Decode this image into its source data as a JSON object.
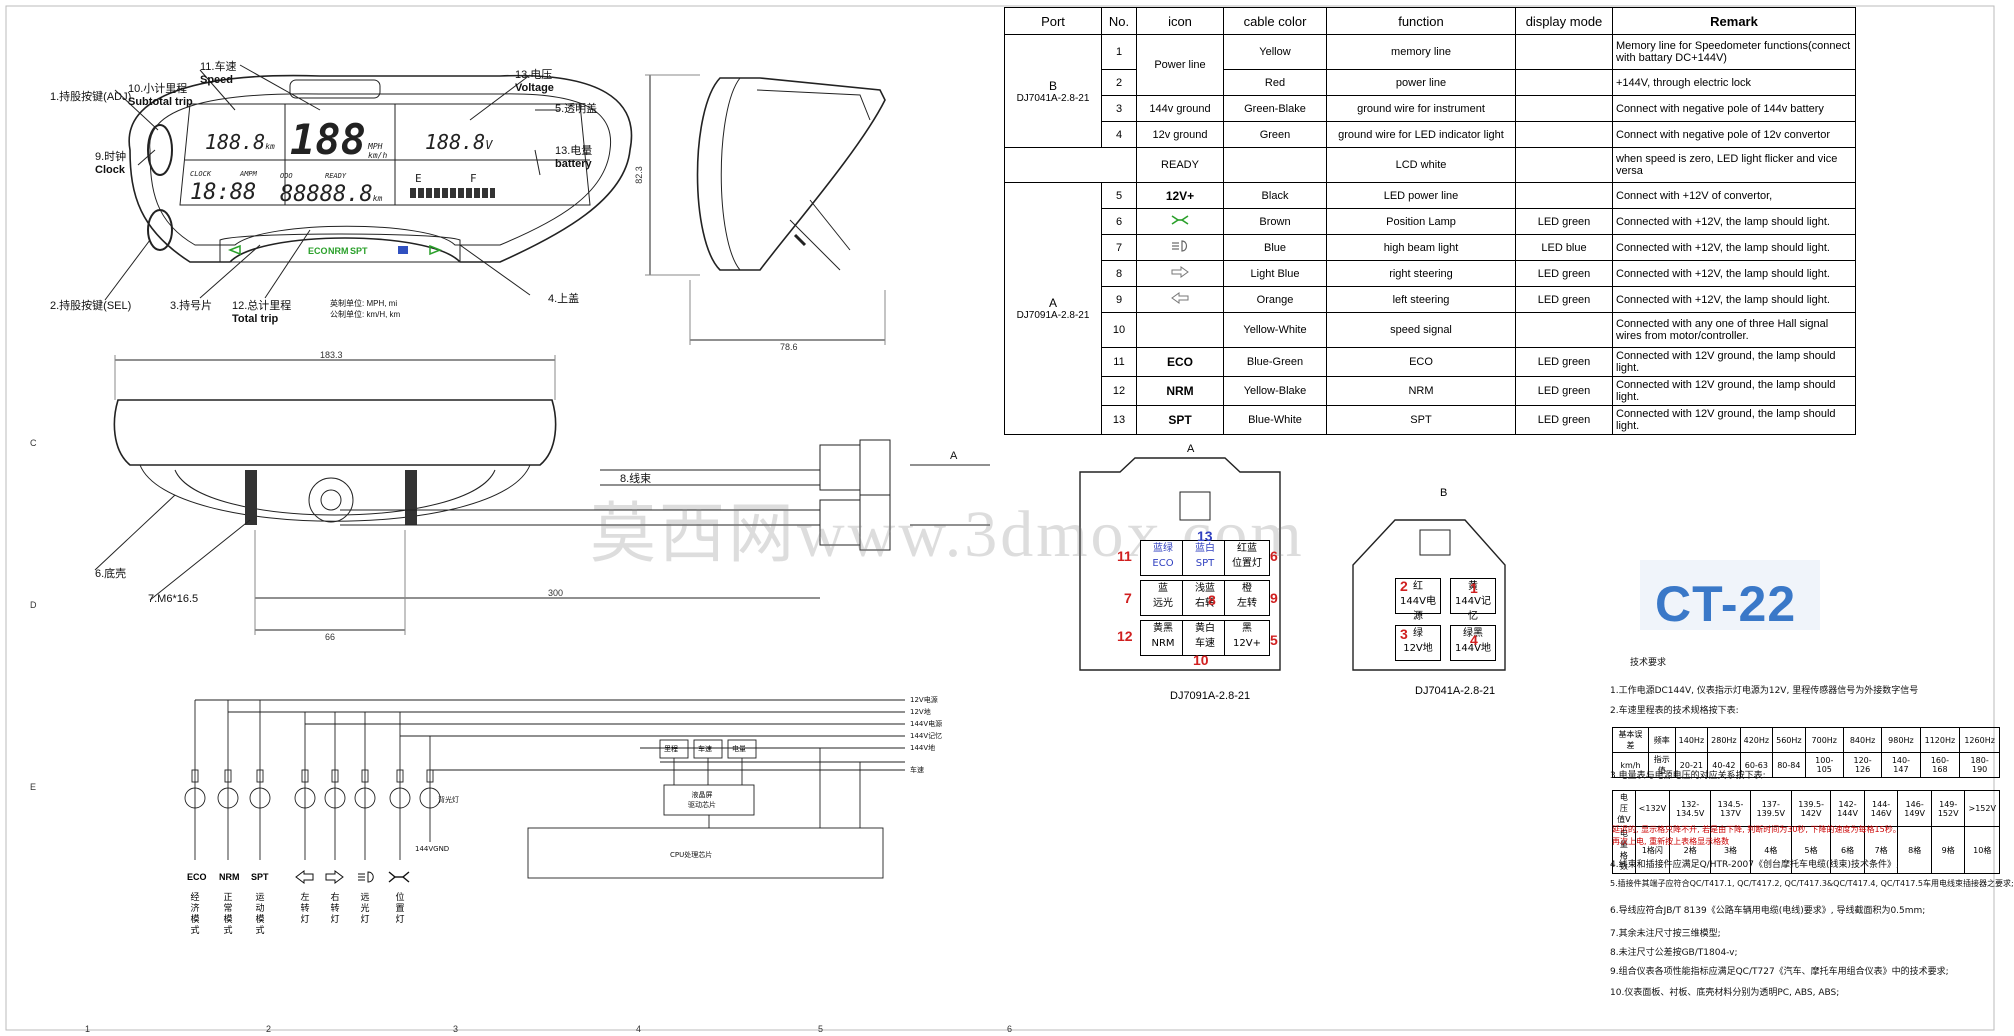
{
  "wiring_table": {
    "headers": [
      "Port",
      "No.",
      "icon",
      "cable color",
      "function",
      "display mode",
      "Remark"
    ],
    "groups": [
      {
        "port": "B",
        "port_code": "DJ7041A-2.8-21",
        "rows": [
          {
            "no": "1",
            "icon": "Power line",
            "color": "Yellow",
            "function": "memory line",
            "mode": "",
            "remark": "Memory line for Speedometer functions(connect with battary DC+144V)"
          },
          {
            "no": "2",
            "icon": "",
            "color": "Red",
            "function": "power line",
            "mode": "",
            "remark": "+144V, through electric lock"
          },
          {
            "no": "3",
            "icon": "144v ground",
            "color": "Green-Blake",
            "function": "ground wire for instrument",
            "mode": "",
            "remark": "Connect with negative pole of 144v battery"
          },
          {
            "no": "4",
            "icon": "12v ground",
            "color": "Green",
            "function": "ground wire for LED indicator light",
            "mode": "",
            "remark": "Connect with negative pole of 12v convertor"
          }
        ]
      },
      {
        "ready_row": {
          "icon": "READY",
          "function": "LCD white",
          "remark": "when speed is zero, LED light flicker and vice versa"
        }
      },
      {
        "port": "A",
        "port_code": "DJ7091A-2.8-21",
        "rows": [
          {
            "no": "5",
            "icon": "12V+",
            "color": "Black",
            "function": "LED power line",
            "mode": "",
            "remark": "Connect with +12V of convertor,"
          },
          {
            "no": "6",
            "icon": "position-lamp-icon",
            "color": "Brown",
            "function": "Position Lamp",
            "mode": "LED green",
            "remark": "Connected with +12V, the lamp should light."
          },
          {
            "no": "7",
            "icon": "high-beam-icon",
            "color": "Blue",
            "function": "high beam light",
            "mode": "LED blue",
            "remark": "Connected with +12V, the lamp should light."
          },
          {
            "no": "8",
            "icon": "right-arrow-icon",
            "color": "Light Blue",
            "function": "right steering",
            "mode": "LED green",
            "remark": "Connected with +12V, the lamp should light."
          },
          {
            "no": "9",
            "icon": "left-arrow-icon",
            "color": "Orange",
            "function": "left steering",
            "mode": "LED green",
            "remark": "Connected with +12V, the lamp should light."
          },
          {
            "no": "10",
            "icon": "",
            "color": "Yellow-White",
            "function": "speed signal",
            "mode": "",
            "remark": "Connected with any one of three Hall signal wires from motor/controller."
          },
          {
            "no": "11",
            "icon": "ECO",
            "color": "Blue-Green",
            "function": "ECO",
            "mode": "LED green",
            "remark": "Connected with 12V ground, the lamp should light."
          },
          {
            "no": "12",
            "icon": "NRM",
            "color": "Yellow-Blake",
            "function": "NRM",
            "mode": "LED green",
            "remark": "Connected with 12V ground, the lamp should light."
          },
          {
            "no": "13",
            "icon": "SPT",
            "color": "Blue-White",
            "function": "SPT",
            "mode": "LED green",
            "remark": "Connected with 12V ground, the lamp should light."
          }
        ]
      }
    ]
  },
  "front_view": {
    "labels": {
      "speed_cn": "11.车速",
      "speed_en": "Speed",
      "voltage_cn": "13.电压",
      "voltage_en": "Voltage",
      "subtotal_cn": "10.小计里程",
      "subtotal_en": "Subtotal trip",
      "adj": "1.持股按键(ADJ)",
      "clock_cn": "9.时钟",
      "clock_en": "Clock",
      "lens": "5.透明盖",
      "battery_cn": "13.电量",
      "battery_en": "battery",
      "sel": "2.持股按键(SEL)",
      "mark": "3.持号片",
      "total_cn": "12.总计里程",
      "total_en": "Total trip",
      "upper_cover": "4.上盖",
      "unit_line1": "英制单位: MPH, mi",
      "unit_line2": "公制单位: km/H, km"
    },
    "lcd": {
      "subtotal": "188.8",
      "subtotal_unit": "km",
      "speed": "188",
      "speed_unit_top": "MPH",
      "speed_unit_bot": "km/h",
      "voltage": "188.8",
      "voltage_unit": "V",
      "clock_tag": "CLOCK",
      "ampm_tag": "AMPM",
      "clock": "18:88",
      "odo_tag": "ODO",
      "ready_tag": "READY",
      "odo": "88888.8",
      "odo_unit": "km",
      "batt_e": "E",
      "batt_f": "F",
      "ind_eco": "ECO",
      "ind_nrm": "NRM",
      "ind_spt": "SPT"
    }
  },
  "dimensions": {
    "height": "82.3",
    "depth": "78.6",
    "width": "183.3",
    "cable": "300",
    "base": "66"
  },
  "lower_view": {
    "base_shell": "6.底壳",
    "screw": "7.M6*16.5",
    "wire": "8.线束",
    "arrow_label": "A"
  },
  "watermark": "莫西网www.3dmox.com",
  "connectors": {
    "a": {
      "title": "A",
      "code": "DJ7091A-2.8-21",
      "pins": [
        {
          "n": "11",
          "l1": "蓝绿",
          "l2": "ECO"
        },
        {
          "n": "13",
          "l1": "蓝白",
          "l2": "SPT"
        },
        {
          "n": "6",
          "l1": "红蓝",
          "l2": "位置灯"
        },
        {
          "n": "7",
          "l1": "蓝",
          "l2": "远光"
        },
        {
          "n": "8",
          "l1": "浅蓝",
          "l2": "右转"
        },
        {
          "n": "9",
          "l1": "橙",
          "l2": "左转"
        },
        {
          "n": "12",
          "l1": "黄黑",
          "l2": "NRM"
        },
        {
          "n": "10",
          "l1": "黄白",
          "l2": "车速"
        },
        {
          "n": "5",
          "l1": "黑",
          "l2": "12V+"
        }
      ]
    },
    "b": {
      "title": "B",
      "code": "DJ7041A-2.8-21",
      "pins": [
        {
          "n": "2",
          "l1": "红",
          "l2": "144V电源"
        },
        {
          "n": "1",
          "l1": "黄",
          "l2": "144V记忆"
        },
        {
          "n": "3",
          "l1": "绿",
          "l2": "12V地"
        },
        {
          "n": "4",
          "l1": "绿黑",
          "l2": "144V地"
        }
      ]
    }
  },
  "product": "CT-22",
  "schematic": {
    "rails": [
      "12V电源",
      "12V地",
      "144V电源",
      "144V记忆",
      "144V地",
      "车速"
    ],
    "boxes": [
      "里程",
      "车速",
      "电量"
    ],
    "driver": "液晶屏\n驱动芯片",
    "cpu": "CPU处理芯片",
    "gnd": "144VGND",
    "backlight": "背光灯",
    "ind_labels": [
      "ECO",
      "NRM",
      "SPT"
    ],
    "captions": [
      "经济模式",
      "正常模式",
      "运动模式",
      "左转灯",
      "右转灯",
      "远光灯",
      "位置灯"
    ]
  },
  "tech_req": {
    "title": "技术要求",
    "items": [
      "1.工作电源DC144V, 仪表指示灯电源为12V, 里程传感器信号为外接数字信号",
      "2.车速里程表的技术规格按下表:",
      "3.电量表与电源电压的对应关系按下表:",
      "4.线束和插接件应满足Q/HTR-2007《创台摩托车电缆(线束)技术条件》;",
      "5.插接件其端子应符合QC/T417.1, QC/T417.2, QC/T417.3&QC/T417.4, QC/T417.5车用电线束插接器之要求;",
      "6.导线应符合JB/T 8139《公路车辆用电缆(电线)要求》, 导线截面积为0.5mm;",
      "7.其余未注尺寸按三维模型;",
      "8.未注尺寸公差按GB/T1804-v;",
      "9.组合仪表各项性能指标应满足QC/T727《汽车、摩托车用组合仪表》中的技术要求;",
      "10.仪表面板、衬板、底壳材料分别为透明PC, ABS, ABS;"
    ],
    "speed_table": {
      "row1": [
        "基本误差",
        "频率",
        "140Hz",
        "280Hz",
        "420Hz",
        "560Hz",
        "700Hz",
        "840Hz",
        "980Hz",
        "1120Hz",
        "1260Hz"
      ],
      "row2": [
        "km/h",
        "指示值",
        "20-21",
        "40-42",
        "60-63",
        "80-84",
        "100-105",
        "120-126",
        "140-147",
        "160-168",
        "180-190"
      ]
    },
    "volt_table": {
      "row1": [
        "电压值V",
        "<132V",
        "132-134.5V",
        "134.5-137V",
        "137-139.5V",
        "139.5-142V",
        "142-144V",
        "144-146V",
        "146-149V",
        "149-152V",
        ">152V"
      ],
      "row2": [
        "电量格数",
        "1格闪",
        "2格",
        "3格",
        "4格",
        "5格",
        "6格",
        "7格",
        "8格",
        "9格",
        "10格"
      ]
    },
    "red_note_1": "延迟的, 显示格只降不升, 若是由下降, 判断时间为30秒, 下降的速度为每格15秒。",
    "red_note_2": "再次上电, 重新按上表格显示格数"
  },
  "frame": {
    "cols": [
      "1",
      "2",
      "3",
      "4",
      "5",
      "6"
    ],
    "rows": [
      "C",
      "D",
      "E"
    ]
  }
}
